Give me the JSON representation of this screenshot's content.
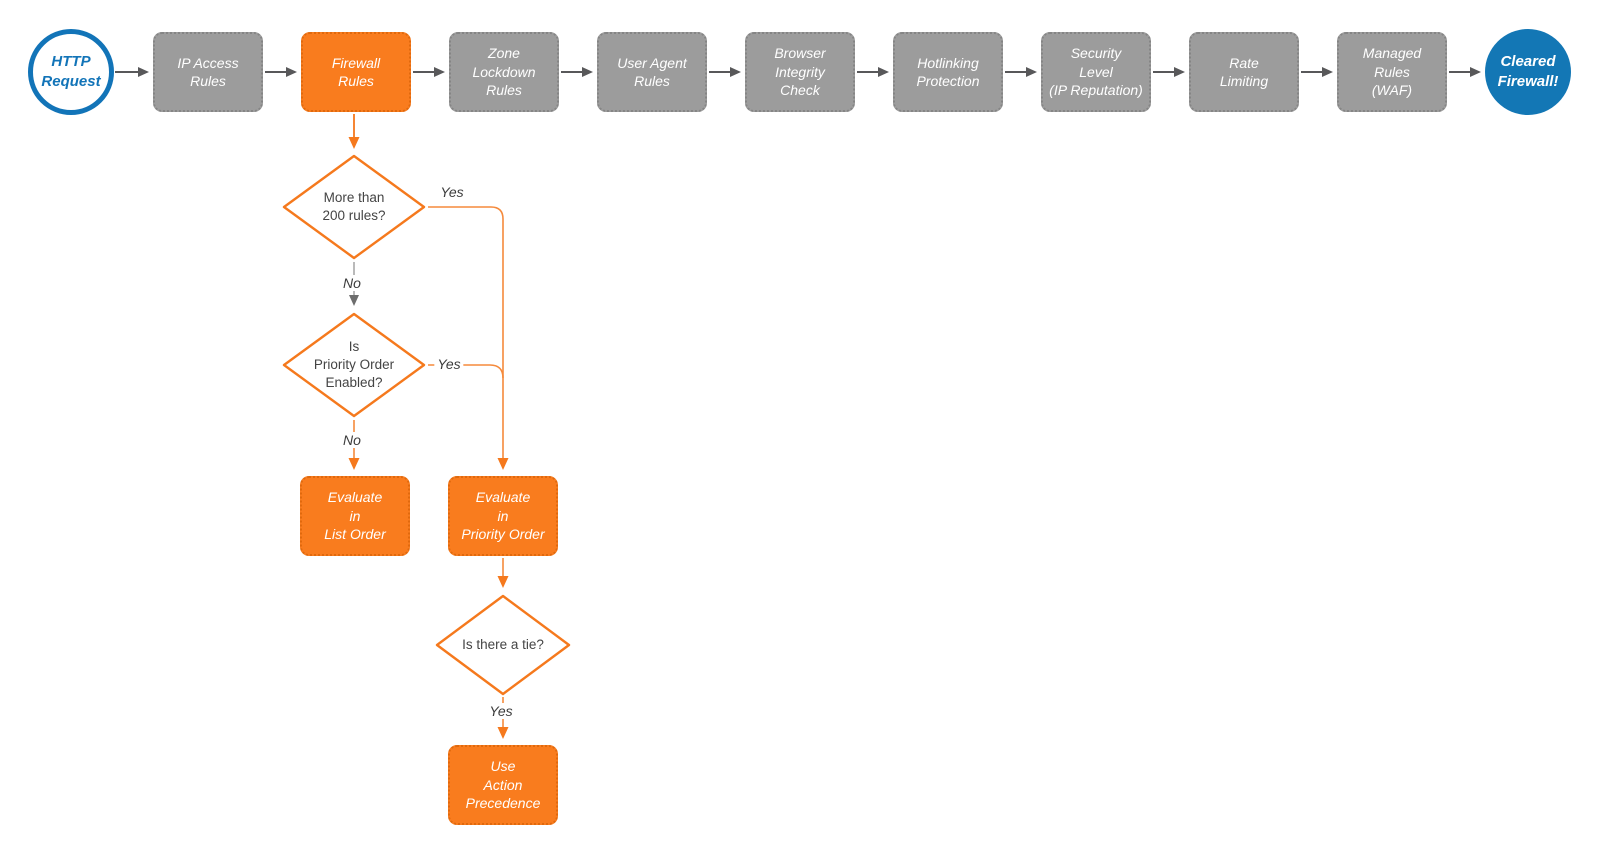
{
  "diagram_title": "HTTP request firewall evaluation flowchart",
  "colors": {
    "accent_orange": "#f97c1e",
    "accent_blue": "#1274b8",
    "process_gray": "#9c9c9c",
    "connector_gray": "#58585a",
    "text_white": "#ffffff",
    "text_dark": "#444444"
  },
  "flow": {
    "start": {
      "label": "HTTP\nRequest"
    },
    "end": {
      "label": "Cleared\nFirewall!"
    },
    "stages": [
      {
        "label": "IP Access\nRules"
      },
      {
        "label": "Firewall\nRules"
      },
      {
        "label": "Zone\nLockdown\nRules"
      },
      {
        "label": "User Agent\nRules"
      },
      {
        "label": "Browser\nIntegrity\nCheck"
      },
      {
        "label": "Hotlinking\nProtection"
      },
      {
        "label": "Security\nLevel\n(IP Reputation)"
      },
      {
        "label": "Rate\nLimiting"
      },
      {
        "label": "Managed\nRules\n(WAF)"
      }
    ],
    "decisions": [
      {
        "label": "More than\n200 rules?"
      },
      {
        "label": "Is\nPriority Order\nEnabled?"
      },
      {
        "label": "Is there a tie?"
      }
    ],
    "actions": [
      {
        "label": "Evaluate\nin\nList Order"
      },
      {
        "label": "Evaluate\nin\nPriority Order"
      },
      {
        "label": "Use\nAction\nPrecedence"
      }
    ],
    "edge_labels": {
      "d1_yes": "Yes",
      "d1_no": "No",
      "d2_yes": "Yes",
      "d2_no": "No",
      "d3_yes": "Yes"
    }
  }
}
